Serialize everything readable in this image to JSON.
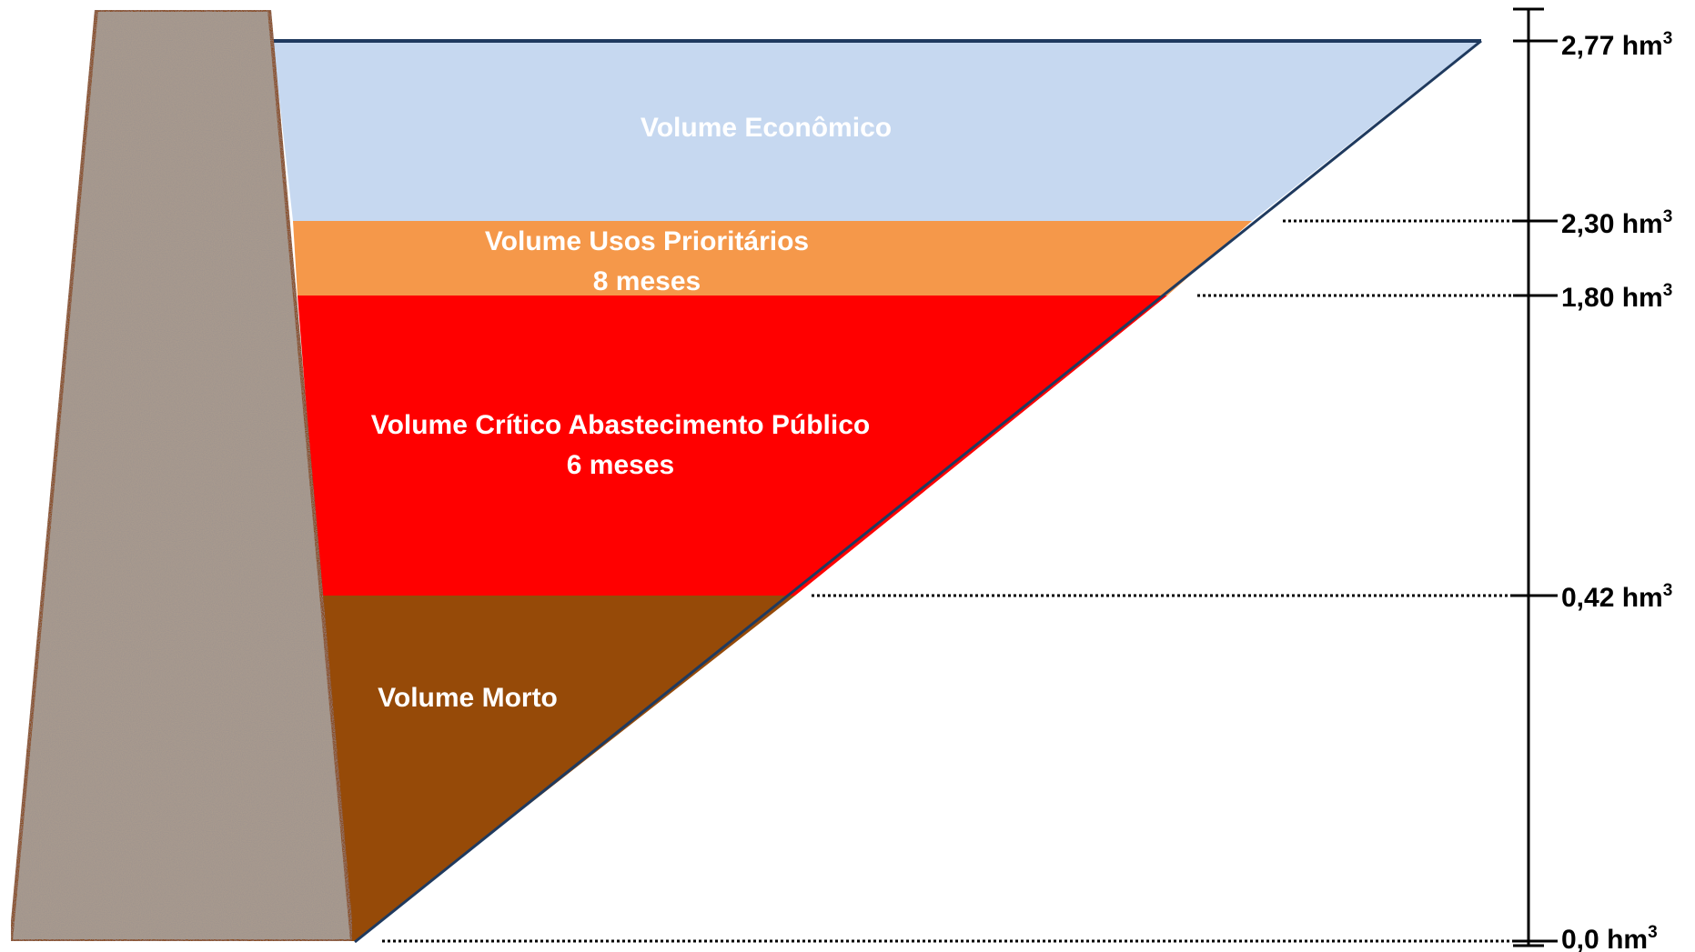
{
  "zones": {
    "economico": {
      "label": "Volume Econômico",
      "color": "#c6d8f0"
    },
    "prioritarios": {
      "label_line1": "Volume Usos Prioritários",
      "label_line2": "8 meses",
      "color": "#f5984a"
    },
    "critico": {
      "label_line1": "Volume Crítico Abastecimento Público",
      "label_line2": "6 meses",
      "color": "#ff0000"
    },
    "morto": {
      "label": "Volume Morto",
      "color": "#964a08"
    }
  },
  "dam": {
    "fill_color": "#a89a8e",
    "outline_color": "#8a4a14"
  },
  "scale": {
    "unit": "hm",
    "unit_exponent": "3",
    "levels": [
      {
        "value": "2,77"
      },
      {
        "value": "2,30"
      },
      {
        "value": "1,80"
      },
      {
        "value": "0,42"
      },
      {
        "value": "0,0"
      }
    ]
  }
}
